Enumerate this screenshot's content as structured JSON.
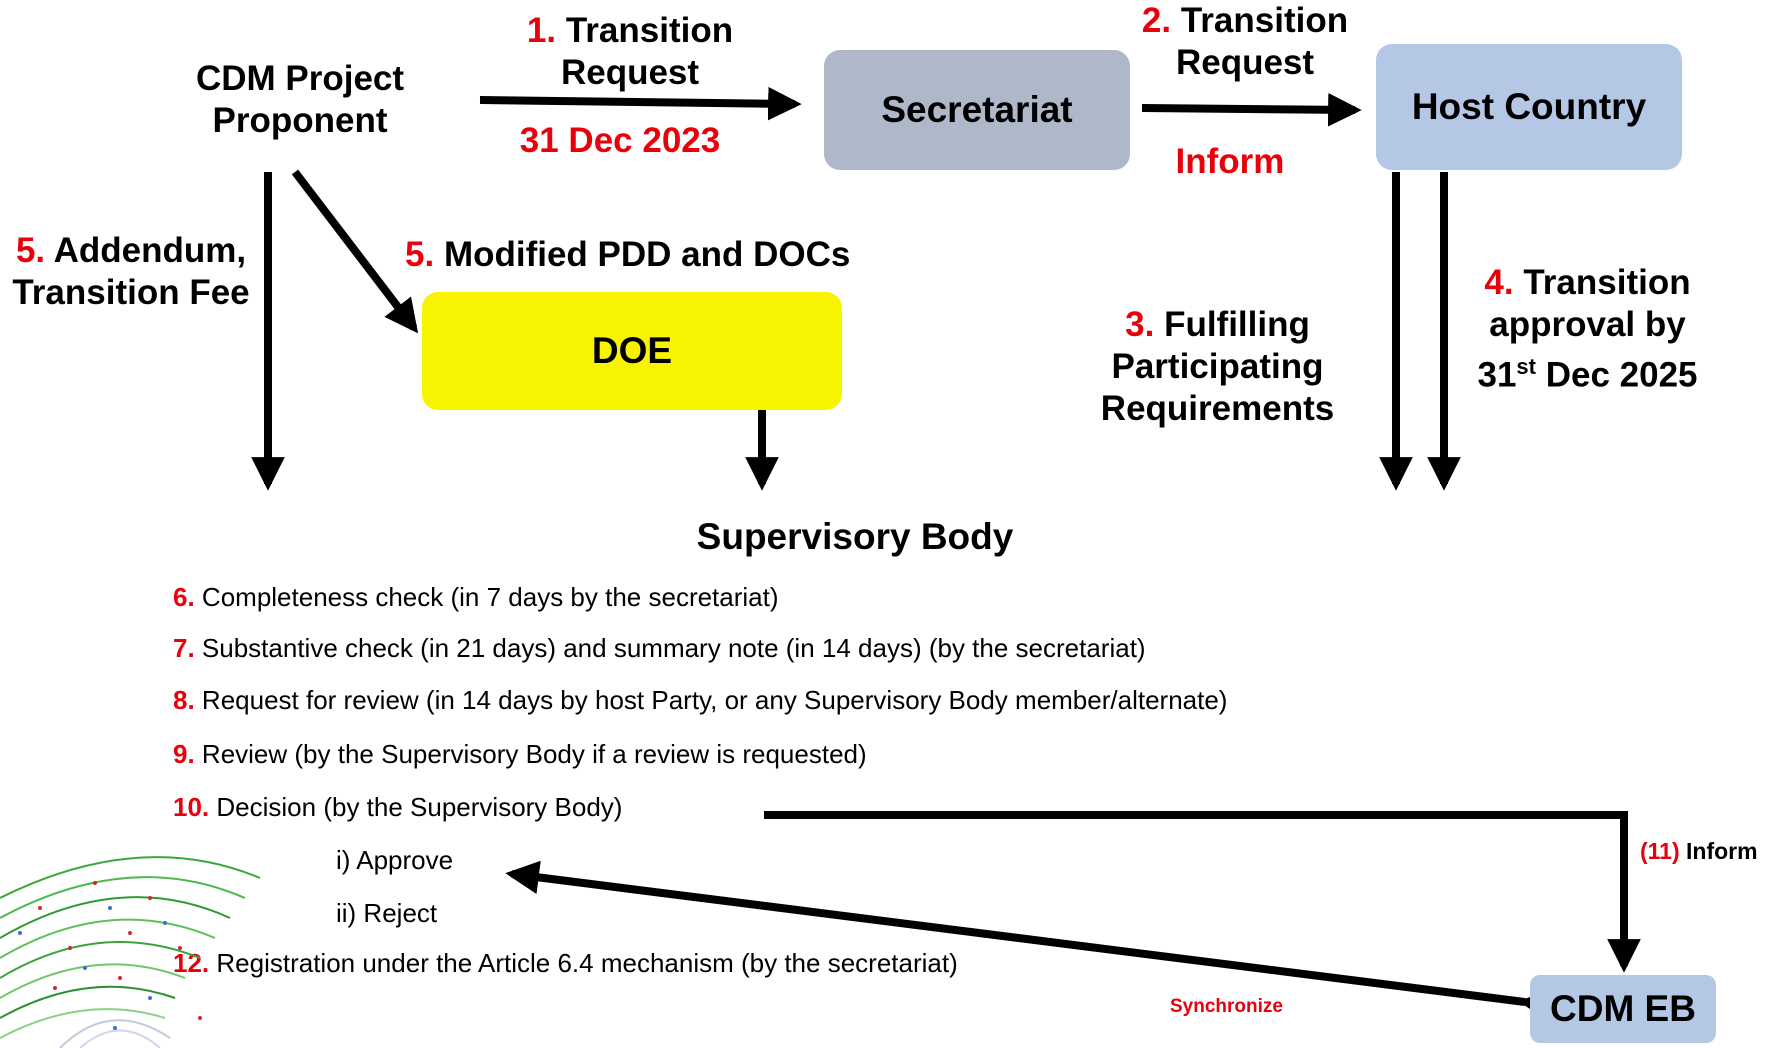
{
  "nodes": {
    "proponent": "CDM Project\nProponent",
    "secretariat": "Secretariat",
    "host_country": "Host Country",
    "doe": "DOE",
    "supervisory_body": "Supervisory Body",
    "cdm_eb": "CDM EB"
  },
  "edges": {
    "e1": {
      "num": "1.",
      "text": "Transition\nRequest",
      "date": "31 Dec 2023"
    },
    "e2": {
      "num": "2.",
      "text": "Transition\nRequest",
      "note": "Inform"
    },
    "e3": {
      "num": "3.",
      "text": "Fulfilling\nParticipating\nRequirements"
    },
    "e4": {
      "num": "4.",
      "text": "Transition\napproval by",
      "date_day": "31",
      "date_sup": "st",
      "date_rest": " Dec 2025"
    },
    "e5a": {
      "num": "5.",
      "text": "Addendum,\nTransition Fee"
    },
    "e5b": {
      "num": "5.",
      "text": "Modified PDD and DOCs"
    },
    "e11": {
      "num": "(11)",
      "text": "Inform"
    },
    "sync": "Synchronize"
  },
  "steps": [
    {
      "num": "6.",
      "text": "Completeness check (in 7 days by the secretariat)"
    },
    {
      "num": "7.",
      "text": "Substantive check (in 21 days) and summary note (in 14 days) (by the secretariat)"
    },
    {
      "num": "8.",
      "text": "Request for review (in 14 days by host Party, or any Supervisory Body member/alternate)"
    },
    {
      "num": "9.",
      "text": " Review (by the Supervisory Body if a review is requested)"
    },
    {
      "num": "10.",
      "text": "Decision (by the Supervisory Body)"
    },
    {
      "num": "12.",
      "text": " Registration under the Article 6.4 mechanism (by the secretariat)"
    }
  ],
  "decision_options": [
    "i) Approve",
    "ii) Reject"
  ],
  "colors": {
    "red": "#e8000b",
    "secretariat_fill": "#aeb8c9",
    "host_fill": "#b4c8e6",
    "doe_fill": "#f8f300",
    "cdm_eb_fill": "#b4c8e6"
  }
}
